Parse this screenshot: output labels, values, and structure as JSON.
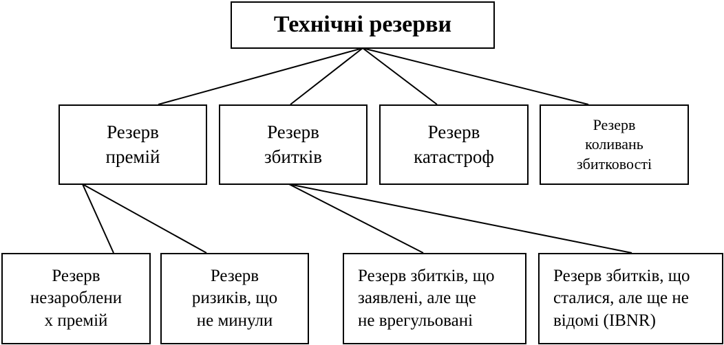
{
  "root": {
    "label": "Технічні резерви"
  },
  "level1": [
    {
      "lines": [
        "Резерв",
        "премій"
      ]
    },
    {
      "lines": [
        "Резерв",
        "збитків"
      ]
    },
    {
      "lines": [
        "Резерв",
        "катастроф"
      ]
    },
    {
      "lines": [
        "Резерв",
        "коливань",
        "збитковості"
      ]
    }
  ],
  "level2": [
    {
      "lines": [
        "Резерв",
        "незароблени",
        "х премій"
      ]
    },
    {
      "lines": [
        "Резерв",
        "ризиків, що",
        "не минули"
      ]
    },
    {
      "lines": [
        "Резерв збитків, що",
        "заявлені, але ще",
        "не врегульовані"
      ]
    },
    {
      "lines": [
        "Резерв збитків, що",
        "сталися, але ще не",
        "відомі (IBNR)"
      ]
    }
  ]
}
